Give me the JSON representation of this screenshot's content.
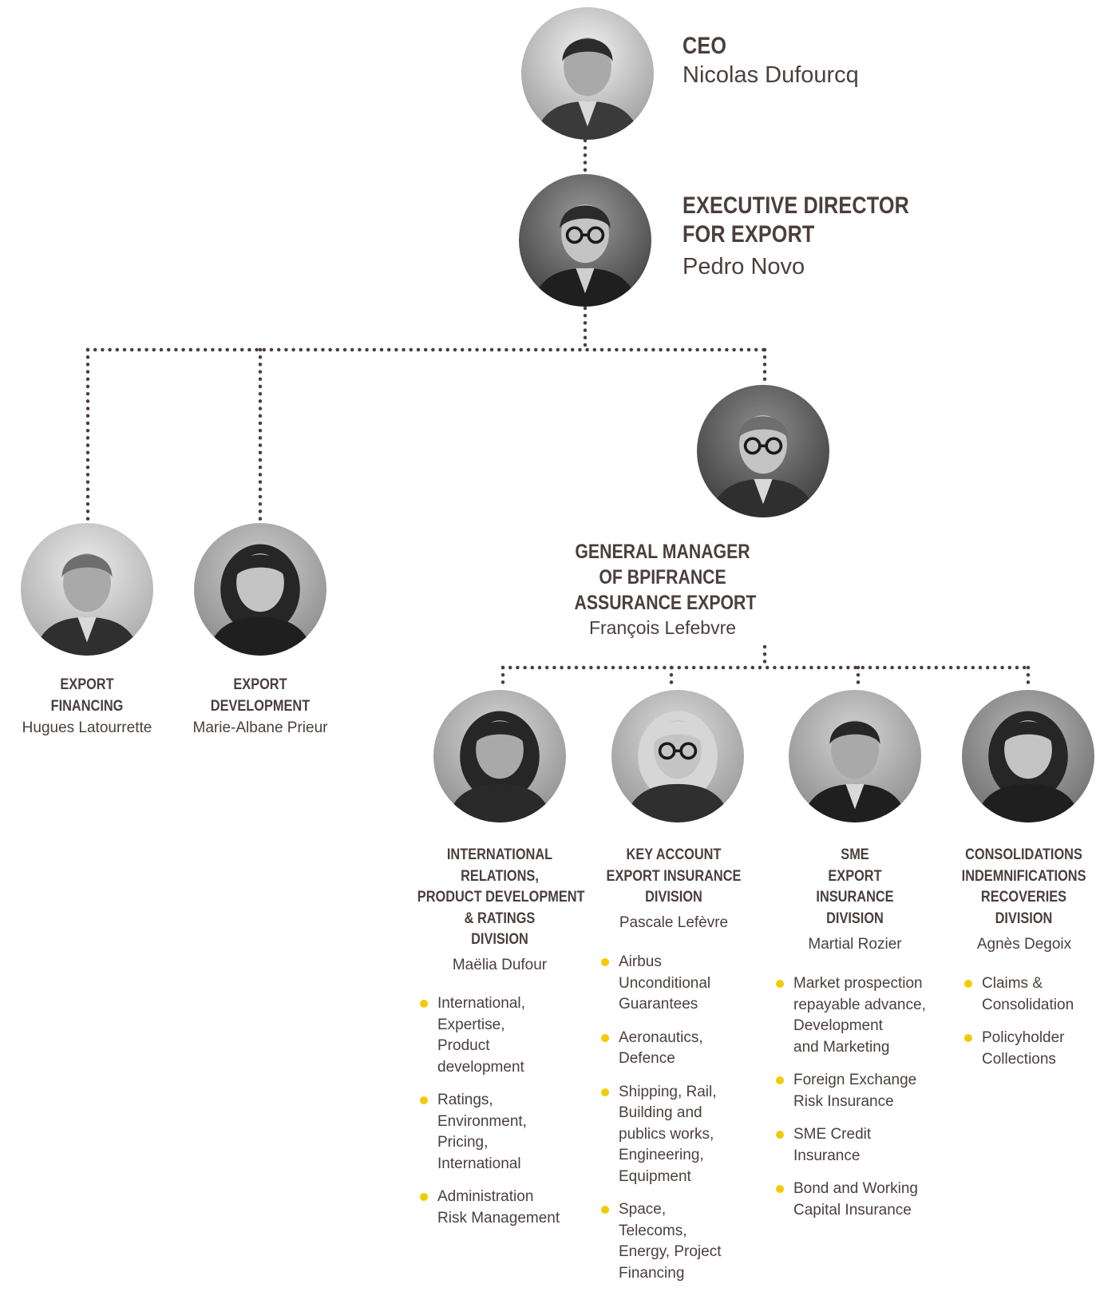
{
  "ceo": {
    "title": "CEO",
    "name": "Nicolas Dufourcq"
  },
  "executive": {
    "title_lines": [
      "EXECUTIVE DIRECTOR",
      "FOR EXPORT"
    ],
    "name": "Pedro Novo"
  },
  "export_financing": {
    "title_lines": [
      "EXPORT",
      "FINANCING"
    ],
    "name": "Hugues Latourrette"
  },
  "export_development": {
    "title_lines": [
      "EXPORT",
      "DEVELOPMENT"
    ],
    "name": "Marie-Albane Prieur"
  },
  "general_manager": {
    "title_lines": [
      "GENERAL MANAGER",
      "OF BPIFRANCE",
      "ASSURANCE EXPORT"
    ],
    "name": "François Lefebvre"
  },
  "divisions": [
    {
      "title_lines": [
        "INTERNATIONAL",
        "RELATIONS,",
        "PRODUCT DEVELOPMENT",
        "& RATINGS",
        "DIVISION"
      ],
      "name": "Maëlia Dufour",
      "bullets": [
        [
          "International,",
          "Expertise,",
          "Product",
          "development"
        ],
        [
          "Ratings,",
          "Environment,",
          "Pricing,",
          "International"
        ],
        [
          "Administration",
          "Risk Management"
        ]
      ]
    },
    {
      "title_lines": [
        "KEY ACCOUNT",
        "EXPORT INSURANCE",
        "DIVISION"
      ],
      "name": "Pascale Lefèvre",
      "bullets": [
        [
          "Airbus",
          "Unconditional",
          "Guarantees"
        ],
        [
          "Aeronautics,",
          "Defence"
        ],
        [
          "Shipping, Rail,",
          "Building and",
          "publics works,",
          "Engineering,",
          "Equipment"
        ],
        [
          "Space,",
          "Telecoms,",
          "Energy, Project",
          "Financing"
        ]
      ]
    },
    {
      "title_lines": [
        "SME",
        "EXPORT",
        "INSURANCE",
        "DIVISION"
      ],
      "name": "Martial Rozier",
      "bullets": [
        [
          "Market prospection",
          "repayable advance,",
          "Development",
          "and Marketing"
        ],
        [
          "Foreign Exchange",
          "Risk Insurance"
        ],
        [
          "SME Credit",
          "Insurance"
        ],
        [
          "Bond and Working",
          "Capital Insurance"
        ]
      ]
    },
    {
      "title_lines": [
        "CONSOLIDATIONS",
        "INDEMNIFICATIONS",
        "RECOVERIES",
        "DIVISION"
      ],
      "name": "Agnès Degoix",
      "bullets": [
        [
          "Claims &",
          "Consolidation"
        ],
        [
          "Policyholder",
          "Collections"
        ]
      ]
    }
  ],
  "colors": {
    "text": "#4a3f3d",
    "bullet": "#f2cb05",
    "connector": "#4a3f3d"
  }
}
